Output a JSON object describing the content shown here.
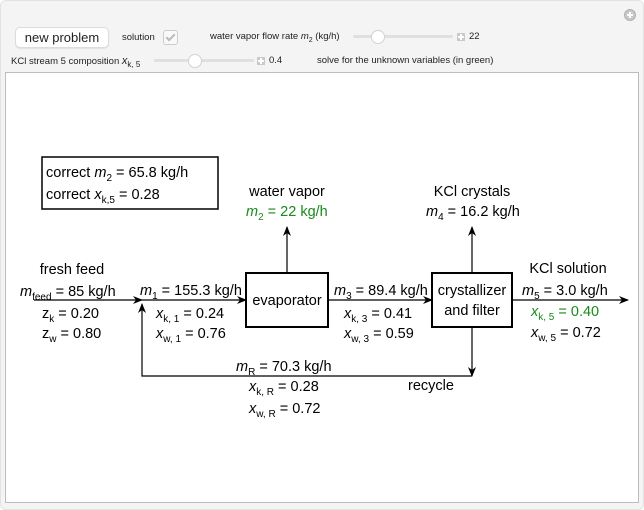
{
  "controls": {
    "new_problem_label": "new problem",
    "solution_label": "solution",
    "solution_checked": true,
    "water_vapor_label": "water vapor flow rate",
    "water_vapor_var": "m",
    "water_vapor_sub": "2",
    "water_vapor_unit": "(kg/h)",
    "water_vapor_value": "22",
    "water_vapor_fraction": 0.22,
    "kcl_label": "KCl stream 5 composition",
    "kcl_var": "x",
    "kcl_sub": "k, 5",
    "kcl_value": "0.4",
    "kcl_fraction": 0.4,
    "solve_hint": "solve for the unknown variables (in green)"
  },
  "diagram": {
    "correct_box": {
      "line1_prefix": "correct ",
      "line1_var": "m",
      "line1_sub": "2",
      "line1_value": " = 65.8 kg/h",
      "line2_prefix": "correct ",
      "line2_var": "x",
      "line2_sub": "k,5",
      "line2_value": " = 0.28"
    },
    "fresh_feed": {
      "title": "fresh feed",
      "m_var": "m",
      "m_sub": "feed",
      "m_value": " = 85 kg/h",
      "zk_var": "z",
      "zk_sub": "k",
      "zk_value": " = 0.20",
      "zw_var": "z",
      "zw_sub": "w",
      "zw_value": " = 0.80"
    },
    "stream1": {
      "m_var": "m",
      "m_sub": "1",
      "m_value": " = 155.3 kg/h",
      "xk_var": "x",
      "xk_sub": "k, 1",
      "xk_value": " = 0.24",
      "xw_var": "x",
      "xw_sub": "w, 1",
      "xw_value": " = 0.76"
    },
    "evaporator_label": "evaporator",
    "water_vapor": {
      "title": "water vapor",
      "m_var": "m",
      "m_sub": "2",
      "m_value": " = 22 kg/h"
    },
    "stream3": {
      "m_var": "m",
      "m_sub": "3",
      "m_value": " = 89.4 kg/h",
      "xk_var": "x",
      "xk_sub": "k, 3",
      "xk_value": " = 0.41",
      "xw_var": "x",
      "xw_sub": "w, 3",
      "xw_value": " = 0.59"
    },
    "crystallizer_line1": "crystallizer",
    "crystallizer_line2": "and filter",
    "kcl_crystals": {
      "title": "KCl crystals",
      "m_var": "m",
      "m_sub": "4",
      "m_value": " = 16.2 kg/h"
    },
    "kcl_solution": {
      "title": "KCl solution",
      "m_var": "m",
      "m_sub": "5",
      "m_value": " = 3.0 kg/h",
      "xk_var": "x",
      "xk_sub": "k, 5",
      "xk_value": " = 0.40",
      "xw_var": "x",
      "xw_sub": "w, 5",
      "xw_value": " = 0.72"
    },
    "recycle": {
      "title": "recycle",
      "m_var": "m",
      "m_sub": "R",
      "m_value": " = 70.3 kg/h",
      "xk_var": "x",
      "xk_sub": "k, R",
      "xk_value": " = 0.28",
      "xw_var": "x",
      "xw_sub": "w, R",
      "xw_value": " = 0.72"
    },
    "colors": {
      "unknown": "#1a8a1a",
      "known": "#000000"
    }
  }
}
